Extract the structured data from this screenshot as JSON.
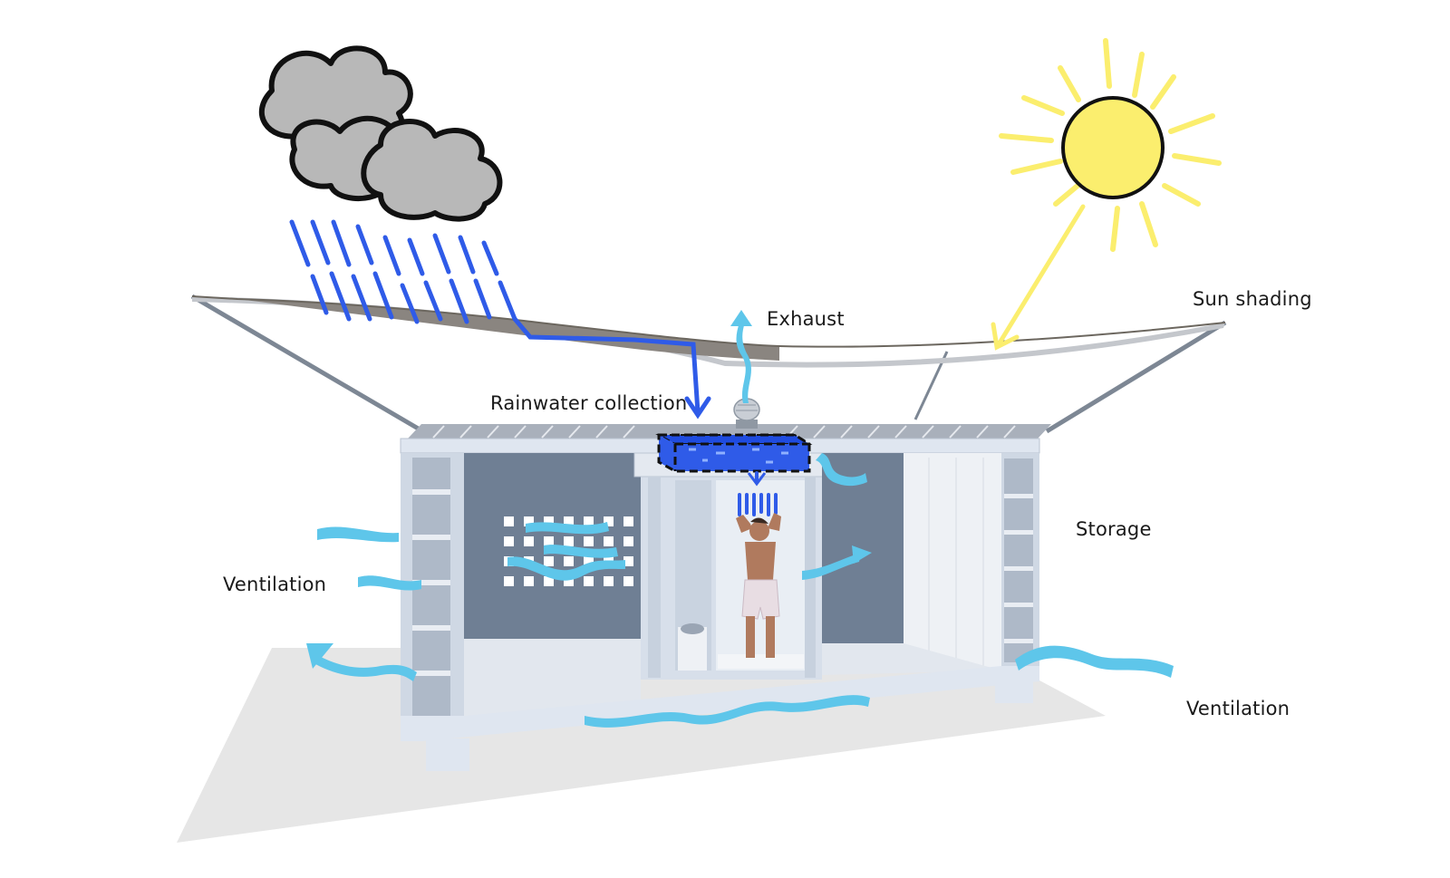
{
  "labels": {
    "sun_shading": "Sun shading",
    "exhaust": "Exhaust",
    "rainwater_collection": "Rainwater collection",
    "storage": "Storage",
    "ventilation_left": "Ventilation",
    "ventilation_right": "Ventilation"
  },
  "colors": {
    "rain": "#2f5be8",
    "water_tank": "#2f5be8",
    "air_flow": "#5ec6ea",
    "sun": "#fbee6e",
    "sun_rays": "#fbee6e",
    "cloud": "#b8b8b8",
    "structure": "#dfe6f0",
    "interior_wall": "#6f7f94",
    "canopy": "#8a8580",
    "ground_shadow": "#e6e6e6"
  },
  "icons": {
    "cloud": "rain-cloud-icon",
    "sun": "sun-icon",
    "person": "showering-person-icon",
    "roof_vent": "turbine-vent-icon"
  }
}
